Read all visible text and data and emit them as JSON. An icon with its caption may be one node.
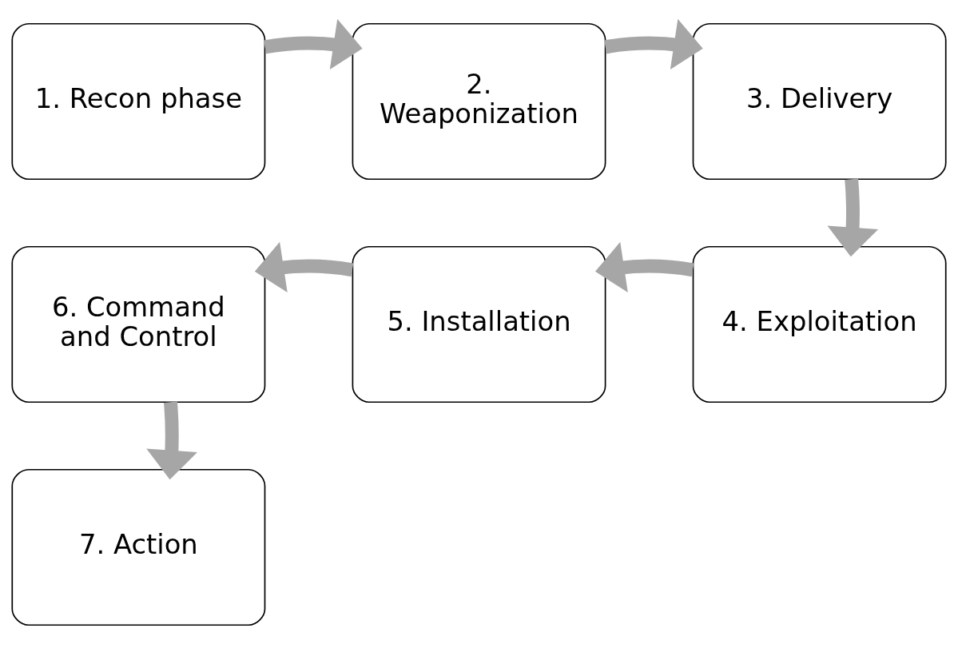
{
  "diagram": {
    "nodes": [
      {
        "text": [
          "1. Recon phase"
        ]
      },
      {
        "text": [
          "2. Weaponization"
        ]
      },
      {
        "text": [
          "3. Delivery"
        ]
      },
      {
        "text": [
          "4. Exploitation"
        ]
      },
      {
        "text": [
          "5. Installation"
        ]
      },
      {
        "text": [
          "6. Command and Control"
        ]
      },
      {
        "text": [
          "7. Action"
        ]
      }
    ],
    "edges": [
      {
        "from": 0,
        "to": 1,
        "arrow": "to"
      },
      {
        "from": 1,
        "to": 2,
        "arrow": "to"
      },
      {
        "from": 2,
        "to": 3,
        "arrow": "to"
      },
      {
        "from": 3,
        "to": 4,
        "arrow": "to"
      },
      {
        "from": 4,
        "to": 5,
        "arrow": "to"
      },
      {
        "from": 5,
        "to": 6,
        "arrow": "to"
      }
    ]
  }
}
